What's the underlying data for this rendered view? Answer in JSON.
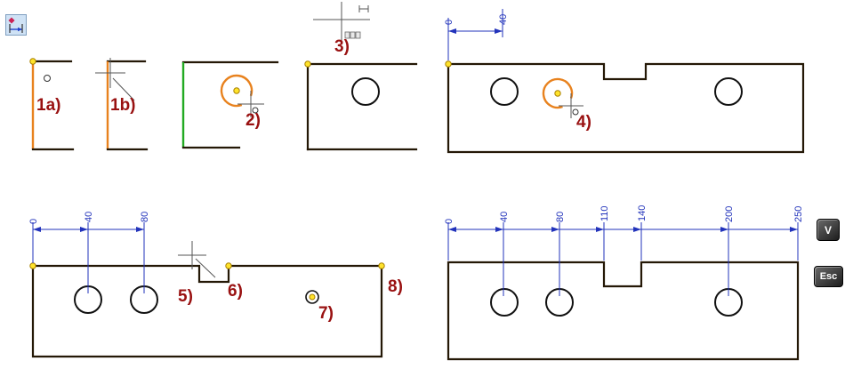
{
  "colors": {
    "label": "#991111",
    "dimension": "#2233bb",
    "highlight": "#e8821e",
    "reference": "#22aa22",
    "grip": "#ffe32b",
    "part": "#241806"
  },
  "steps": {
    "s1a": "1a)",
    "s1b": "1b)",
    "s2": "2)",
    "s3": "3)",
    "s4": "4)",
    "s5": "5)",
    "s6": "6)",
    "s7": "7)",
    "s8": "8)"
  },
  "dimensions": {
    "top": [
      "0",
      "40"
    ],
    "bottom_left": [
      "0",
      "40",
      "80"
    ],
    "bottom_right": [
      "0",
      "40",
      "80",
      "110",
      "140",
      "200",
      "250"
    ]
  },
  "keys": {
    "v": "V",
    "esc": "Esc"
  }
}
